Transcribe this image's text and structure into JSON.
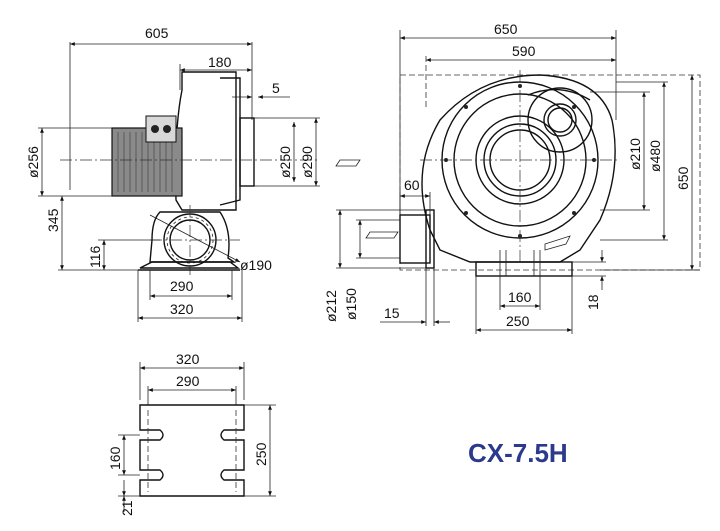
{
  "title": "CX-7.5H",
  "colors": {
    "model_text": "#2b3a8c",
    "line": "#111111",
    "motor_fill": "#7a7a7a"
  },
  "side_view": {
    "total_length": "605",
    "housing_width": "180",
    "outlet_offset": "5",
    "motor_diameter": "ø256",
    "outlet_flange_inner": "ø250",
    "outlet_flange_outer": "ø290",
    "center_height": "345",
    "inlet_height": "116",
    "inlet_diameter": "ø190",
    "base_inner": "290",
    "base_outer": "320"
  },
  "front_view": {
    "overall_width": "650",
    "body_width": "590",
    "outlet_length": "60",
    "motor_flange": "ø210",
    "housing_diameter": "ø480",
    "overall_height": "650",
    "inlet_outer": "ø212",
    "inlet_inner": "ø150",
    "flange_thickness": "15",
    "base_inner": "160",
    "base_outer": "250",
    "base_height": "18"
  },
  "base_view": {
    "outer_width": "320",
    "inner_width": "290",
    "slot_pitch": "160",
    "depth": "250",
    "edge_offset": "21"
  }
}
